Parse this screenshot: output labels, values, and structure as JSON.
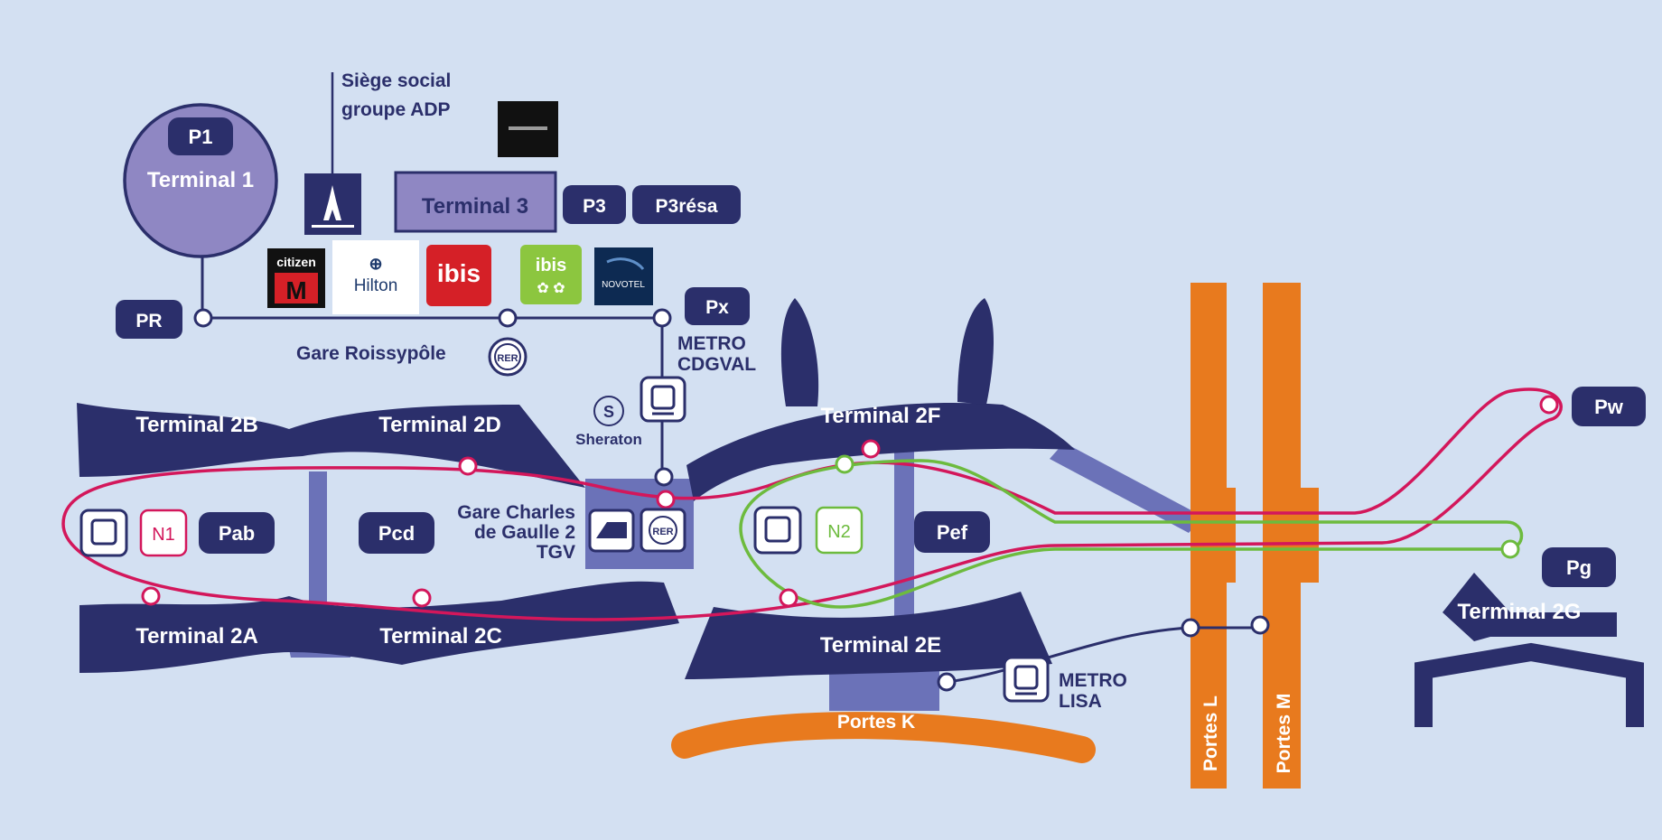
{
  "map": {
    "terminals": {
      "t1": "Terminal 1",
      "t2a": "Terminal 2A",
      "t2b": "Terminal 2B",
      "t2c": "Terminal 2C",
      "t2d": "Terminal 2D",
      "t2e": "Terminal 2E",
      "t2f": "Terminal 2F",
      "t2g": "Terminal 2G",
      "t3": "Terminal 3"
    },
    "parkings": {
      "p1": "P1",
      "pr": "PR",
      "p3": "P3",
      "p3resa": "P3résa",
      "px": "Px",
      "pab": "Pab",
      "pcd": "Pcd",
      "pef": "Pef",
      "pw": "Pw",
      "pg": "Pg"
    },
    "shuttles": {
      "n1": "N1",
      "n2": "N2"
    },
    "stations": {
      "roissypole": "Gare Roissypôle",
      "cdg2_line1": "Gare Charles",
      "cdg2_line2": "de Gaulle 2",
      "cdg2_line3": "TGV",
      "cdgval_line1": "METRO",
      "cdgval_line2": "CDGVAL",
      "lisa_line1": "METRO",
      "lisa_line2": "LISA"
    },
    "hq": {
      "line1": "Siège social",
      "line2": "groupe ADP"
    },
    "gates": {
      "k": "Portes K",
      "l": "Portes L",
      "m": "Portes M"
    },
    "badges": {
      "rer": "RER"
    },
    "logos": {
      "citizen": "citizen",
      "citizen_letter": "M",
      "hilton": "Hilton",
      "ibis": "ibis",
      "ibis_styles": "ibis",
      "novotel": "NOVOTEL",
      "sheraton_letter": "S",
      "sheraton": "Sheraton"
    },
    "colors": {
      "background": "#d3e0f2",
      "navy": "#2b2f6b",
      "terminal_light": "#6b72b8",
      "terminal1_fill": "#8f87c3",
      "line_n1": "#d3175b",
      "line_n2": "#6dbb3e",
      "gates_orange": "#e87a1e"
    }
  }
}
